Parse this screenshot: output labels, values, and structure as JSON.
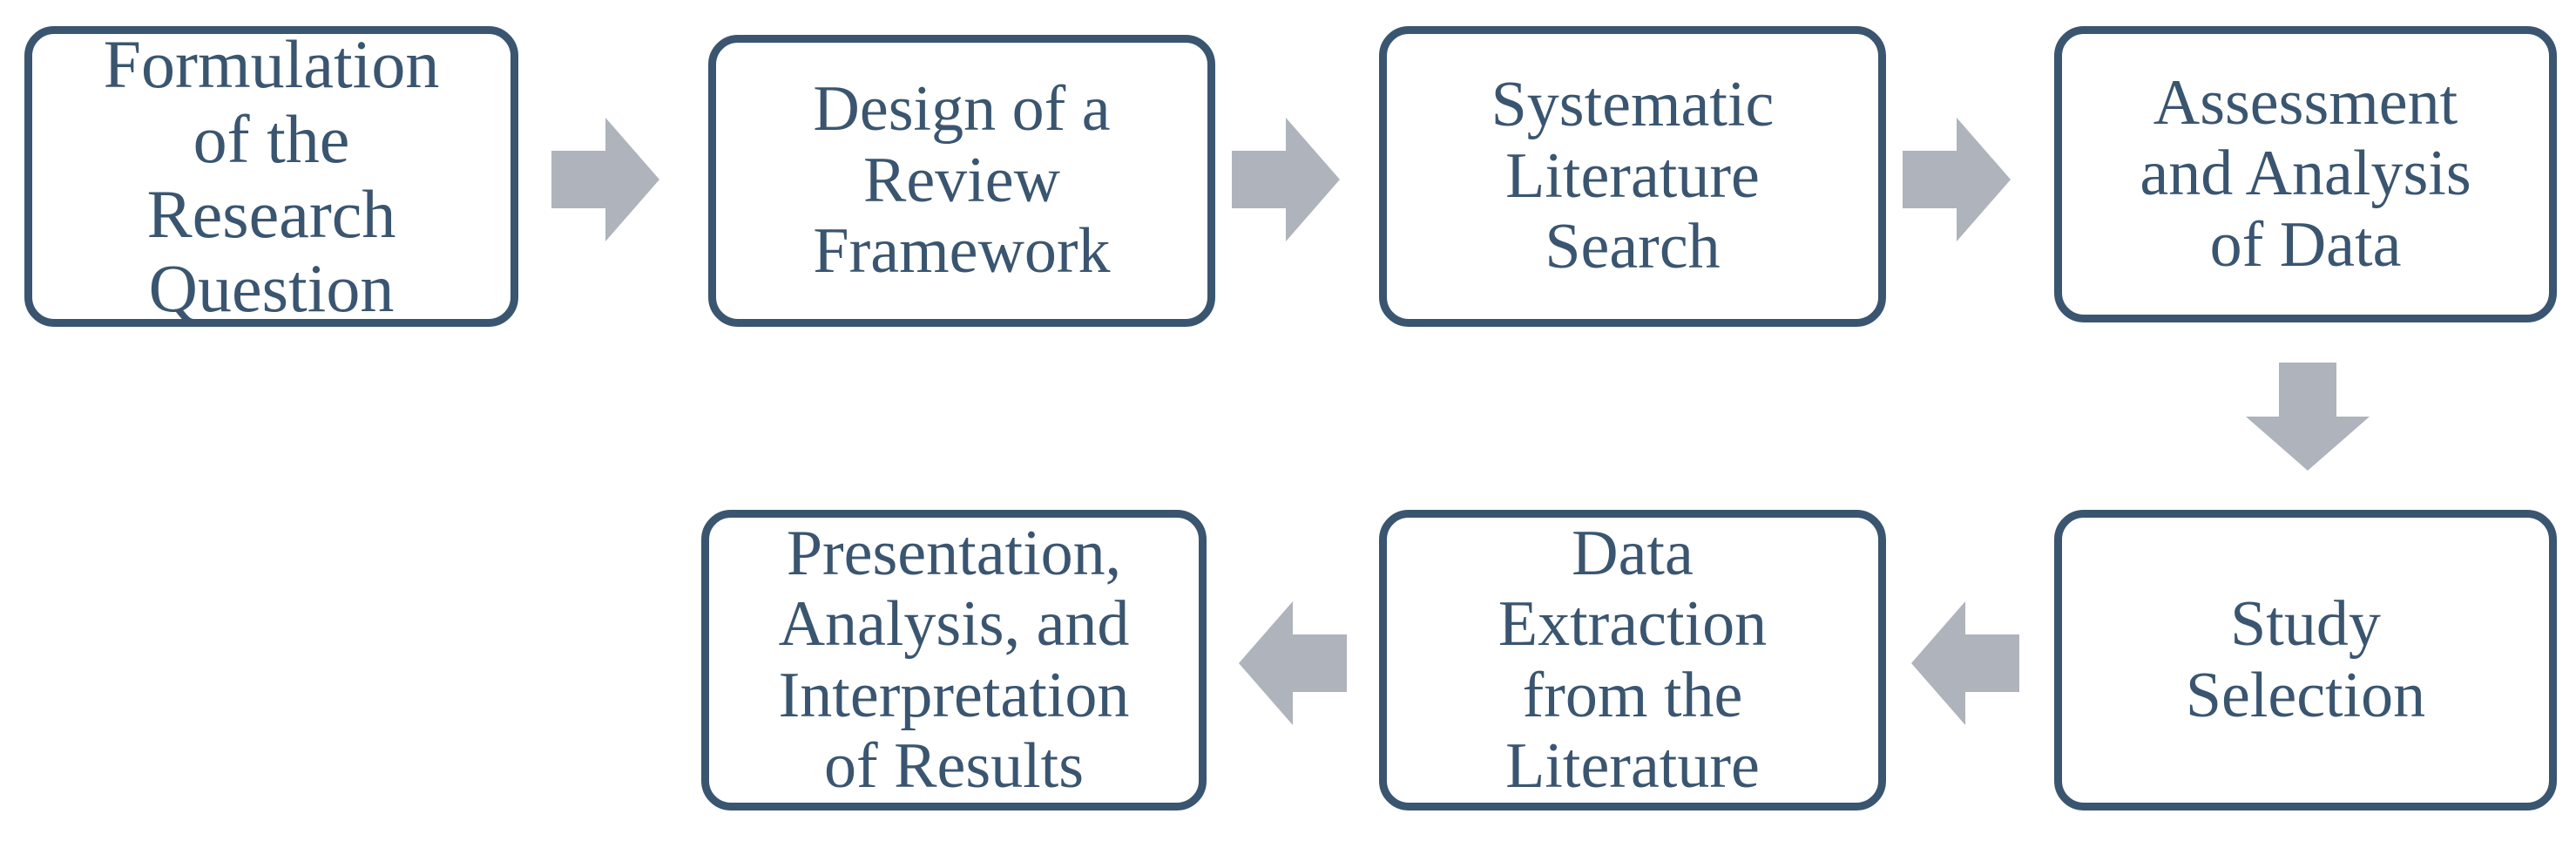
{
  "diagram": {
    "title": "Systematic Literature Review Process Flowchart",
    "colors": {
      "node_border": "#3a5570",
      "node_text": "#3a5570",
      "node_fill": "#ffffff",
      "arrow_fill": "#aeb3bc",
      "background": "#ffffff"
    },
    "nodes": [
      {
        "id": "formulation",
        "label": "Formulation\nof the\nResearch\nQuestion",
        "row": "top",
        "order": 1
      },
      {
        "id": "design",
        "label": "Design of a\nReview\nFramework",
        "row": "top",
        "order": 2
      },
      {
        "id": "search",
        "label": "Systematic\nLiterature\nSearch",
        "row": "top",
        "order": 3
      },
      {
        "id": "assessment",
        "label": "Assessment\nand Analysis\nof Data",
        "row": "top",
        "order": 4
      },
      {
        "id": "selection",
        "label": "Study\nSelection",
        "row": "bottom",
        "order": 5
      },
      {
        "id": "extraction",
        "label": "Data\nExtraction\nfrom the\nLiterature",
        "row": "bottom",
        "order": 6
      },
      {
        "id": "presentation",
        "label": "Presentation,\nAnalysis, and\nInterpretation\nof Results",
        "row": "bottom",
        "order": 7
      }
    ],
    "connectors": [
      {
        "id": "arrow-1",
        "from": "formulation",
        "to": "design",
        "direction": "right",
        "icon": "arrow-right-icon"
      },
      {
        "id": "arrow-2",
        "from": "design",
        "to": "search",
        "direction": "right",
        "icon": "arrow-right-icon"
      },
      {
        "id": "arrow-3",
        "from": "search",
        "to": "assessment",
        "direction": "right",
        "icon": "arrow-right-icon"
      },
      {
        "id": "arrow-4",
        "from": "assessment",
        "to": "selection",
        "direction": "down",
        "icon": "arrow-down-icon"
      },
      {
        "id": "arrow-5",
        "from": "selection",
        "to": "extraction",
        "direction": "left",
        "icon": "arrow-left-icon"
      },
      {
        "id": "arrow-6",
        "from": "extraction",
        "to": "presentation",
        "direction": "left",
        "icon": "arrow-left-icon"
      }
    ]
  }
}
